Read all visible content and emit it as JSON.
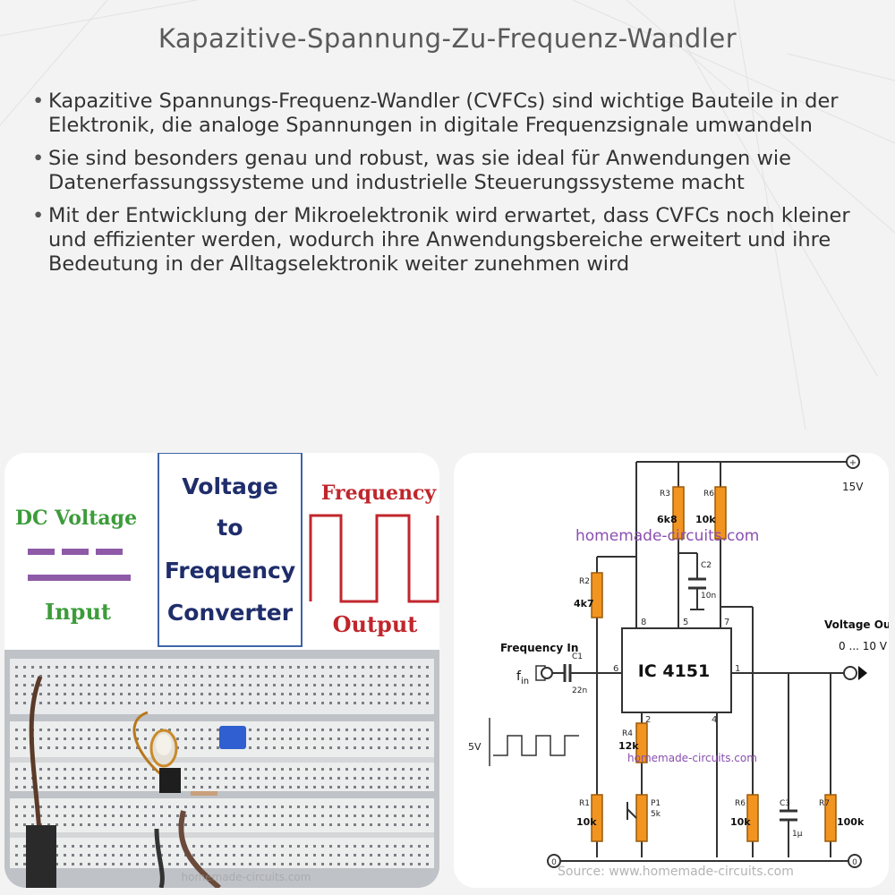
{
  "page": {
    "title": "Kapazitive-Spannung-Zu-Frequenz-Wandler",
    "bullets": [
      "Kapazitive Spannungs-Frequenz-Wandler (CVFCs) sind wichtige Bauteile in der Elektronik, die analoge Spannungen in digitale Frequenzsignale umwandeln",
      "Sie sind besonders genau und robust, was sie ideal für Anwendungen wie Datenerfassungssysteme und industrielle Steuerungssysteme macht",
      "Mit der Entwicklung der Mikroelektronik wird erwartet, dass CVFCs noch kleiner und effizienter werden, wodurch ihre Anwendungsbereiche erweitert und ihre Bedeutung in der Alltagselektronik weiter zunehmen wird"
    ]
  },
  "left_figure": {
    "dc_label": "DC Voltage",
    "input_label": "Input",
    "box_lines": [
      "Voltage",
      "to",
      "Frequency",
      "Converter"
    ],
    "freq_label": "Frequency",
    "output_label": "Output",
    "watermark": "homemade-circuits.com",
    "colors": {
      "green": "#3c9c3a",
      "purple": "#8e5aa8",
      "navy": "#1f2d6b",
      "red": "#c0262c",
      "box_border": "#3f64a8"
    }
  },
  "schematic": {
    "supply_voltage": "15V",
    "plus_symbol": "+",
    "ic_label": "IC 4151",
    "watermark_top": "homemade-circuits.com",
    "watermark_mid": "homemade-circuits.com",
    "source": "Source: www.homemade-circuits.com",
    "freq_in_label": "Frequency In",
    "fin_label": "f",
    "fin_sub": "in",
    "voltage_out_label": "Voltage Out",
    "voltage_out_range": "0 ... 10 V",
    "pulse_label": "5V",
    "ground_symbol": "0",
    "components": {
      "R3": {
        "name": "R3",
        "value": "6k8"
      },
      "R6top": {
        "name": "R6",
        "value": "10k"
      },
      "C2": {
        "name": "C2",
        "value": "10n"
      },
      "R2": {
        "name": "R2",
        "value": "4k7"
      },
      "C1": {
        "name": "C1",
        "value": "22n"
      },
      "R4": {
        "name": "R4",
        "value": "12k"
      },
      "R1": {
        "name": "R1",
        "value": "10k"
      },
      "P1": {
        "name": "P1",
        "value": "5k"
      },
      "R6bot": {
        "name": "R6",
        "value": "10k"
      },
      "C3": {
        "name": "C3",
        "value": "1µ"
      },
      "R7": {
        "name": "R7",
        "value": "100k"
      }
    },
    "pins": {
      "p8": "8",
      "p5": "5",
      "p7": "7",
      "p6": "6",
      "p1": "1",
      "p2": "2",
      "p4": "4"
    },
    "colors": {
      "resistor": "#f29420",
      "wire": "#333333",
      "watermark": "#8a4fb0"
    }
  }
}
